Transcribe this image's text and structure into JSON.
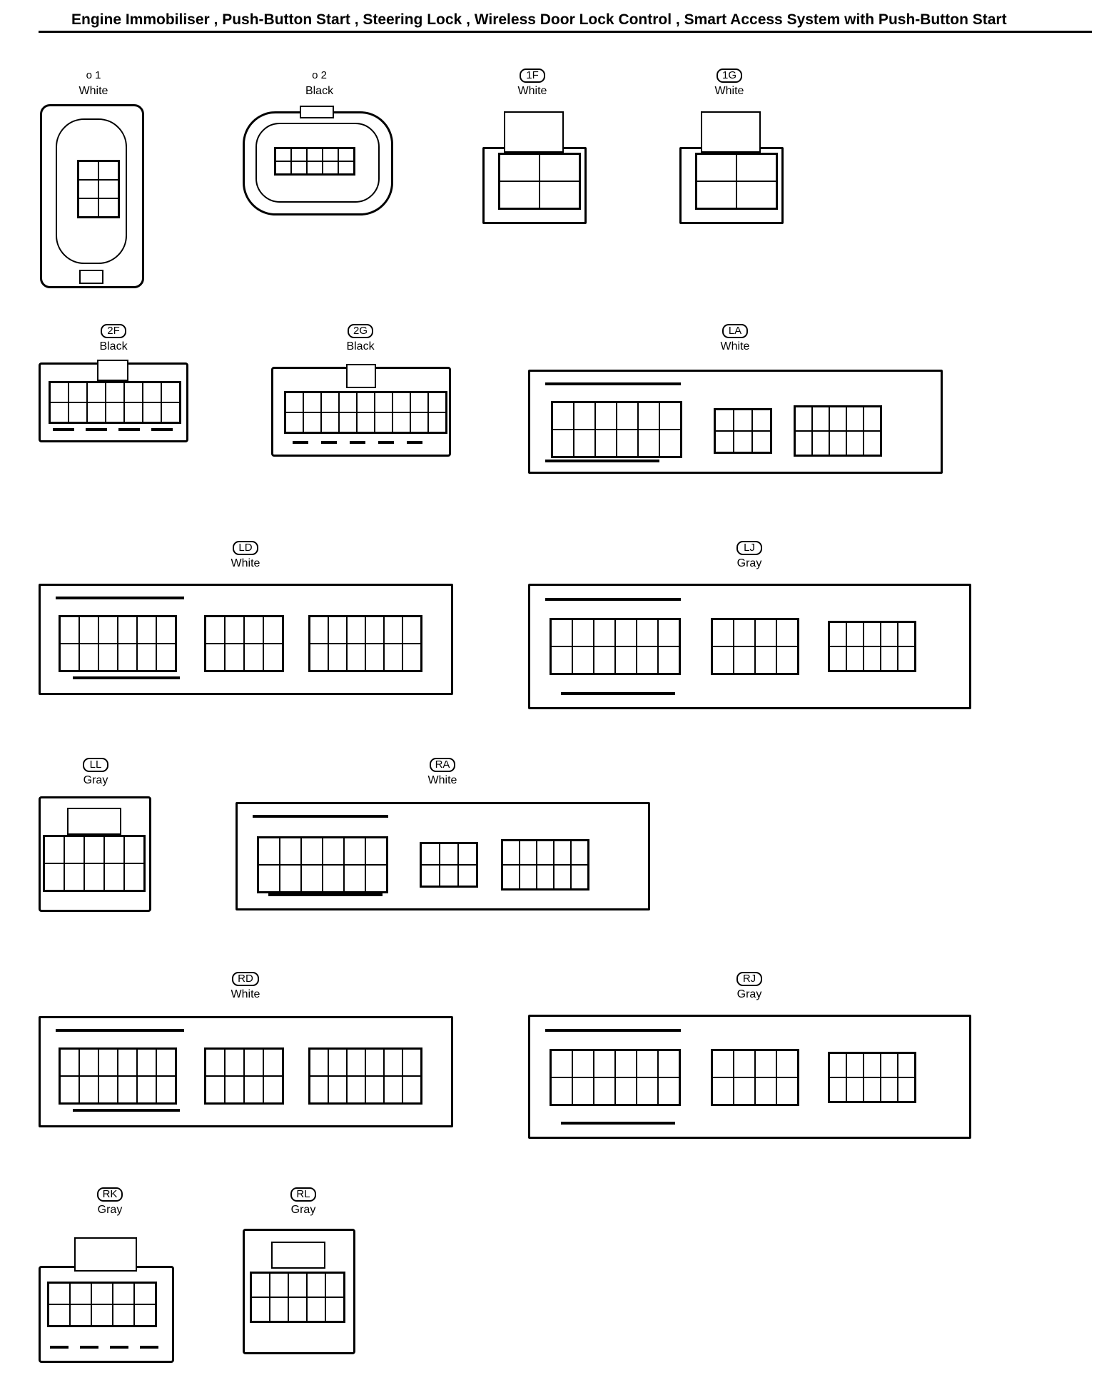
{
  "title": "Engine Immobiliser , Push-Button Start , Steering Lock , Wireless Door Lock Control , Smart Access System with Push-Button Start",
  "connectors": [
    {
      "id": "o1",
      "code": "o 1",
      "color": "White",
      "pins": [
        "1",
        "2",
        "3",
        "4",
        "5",
        "6"
      ]
    },
    {
      "id": "o2",
      "code": "o 2",
      "color": "Black",
      "pins": [
        "1",
        "2",
        "3",
        "4",
        "5",
        "6",
        "7",
        "8",
        "9",
        "10"
      ]
    },
    {
      "id": "1F",
      "code": "1F",
      "color": "White",
      "pins": [
        "1",
        "2",
        "3",
        "4"
      ]
    },
    {
      "id": "1G",
      "code": "1G",
      "color": "White",
      "pins": [
        "1",
        "2",
        "3",
        "4"
      ]
    },
    {
      "id": "2F",
      "code": "2F",
      "color": "Black",
      "pins": [
        "1",
        "2",
        "3",
        "4",
        "5",
        "6",
        "7",
        "8",
        "9",
        "10",
        "11"
      ]
    },
    {
      "id": "2G",
      "code": "2G",
      "color": "Black",
      "pins": [
        "1",
        "2",
        "3",
        "4",
        "5",
        "6",
        "7",
        "8",
        "9",
        "10",
        "11",
        "12",
        "13"
      ]
    },
    {
      "id": "LA",
      "code": "LA",
      "color": "White",
      "pins": [
        "1",
        "2",
        "3",
        "4",
        "5",
        "6",
        "7",
        "8",
        "9",
        "10",
        "11",
        "12",
        "13",
        "14",
        "15",
        "16",
        "17",
        "18",
        "19",
        "20",
        "21",
        "22",
        "23",
        "24",
        "25",
        "26",
        "27",
        "28"
      ]
    },
    {
      "id": "LD",
      "code": "LD",
      "color": "White",
      "pins": [
        "1",
        "2",
        "3",
        "4",
        "5",
        "6",
        "7",
        "8",
        "9",
        "10",
        "11",
        "12",
        "13",
        "14",
        "15",
        "16",
        "17",
        "18",
        "19",
        "20",
        "21",
        "22",
        "23",
        "24",
        "25",
        "26",
        "27",
        "28",
        "29",
        "30",
        "31",
        "32"
      ]
    },
    {
      "id": "LJ",
      "code": "LJ",
      "color": "Gray",
      "pins": [
        "1",
        "2",
        "3",
        "4",
        "5",
        "6",
        "7",
        "8",
        "9",
        "10",
        "11",
        "12",
        "13",
        "14",
        "15",
        "16",
        "17",
        "18",
        "19",
        "20",
        "21",
        "22",
        "23",
        "24",
        "25",
        "26",
        "27",
        "28",
        "29",
        "30"
      ]
    },
    {
      "id": "LL",
      "code": "LL",
      "color": "Gray",
      "pins": [
        "1",
        "2",
        "3",
        "4",
        "5",
        "6",
        "7",
        "8",
        "9",
        "10"
      ]
    },
    {
      "id": "RA",
      "code": "RA",
      "color": "White",
      "pins": [
        "1",
        "2",
        "3",
        "4",
        "5",
        "6",
        "7",
        "8",
        "9",
        "10",
        "11",
        "12",
        "13",
        "14",
        "15",
        "16",
        "17",
        "18",
        "19",
        "20",
        "21",
        "22",
        "23",
        "24",
        "25",
        "26",
        "27",
        "28"
      ]
    },
    {
      "id": "RD",
      "code": "RD",
      "color": "White",
      "pins": [
        "1",
        "2",
        "3",
        "4",
        "5",
        "6",
        "7",
        "8",
        "9",
        "10",
        "11",
        "12",
        "13",
        "14",
        "15",
        "16",
        "17",
        "18",
        "19",
        "20",
        "21",
        "22",
        "23",
        "24",
        "25",
        "26",
        "27",
        "28",
        "29",
        "30",
        "31",
        "32"
      ]
    },
    {
      "id": "RJ",
      "code": "RJ",
      "color": "Gray",
      "pins": [
        "1",
        "2",
        "3",
        "4",
        "5",
        "6",
        "7",
        "8",
        "9",
        "10",
        "11",
        "12",
        "13",
        "14",
        "15",
        "16",
        "17",
        "18",
        "19",
        "20",
        "21",
        "22",
        "23",
        "24",
        "25",
        "26",
        "27",
        "28",
        "29",
        "30"
      ]
    },
    {
      "id": "RK",
      "code": "RK",
      "color": "Gray",
      "pins": [
        "1",
        "2",
        "3",
        "4",
        "5",
        "6",
        "7",
        "8",
        "9",
        "10"
      ]
    },
    {
      "id": "RL",
      "code": "RL",
      "color": "Gray",
      "pins": [
        "1",
        "2",
        "3",
        "4",
        "5",
        "6",
        "7",
        "8",
        "9",
        "10"
      ]
    }
  ]
}
